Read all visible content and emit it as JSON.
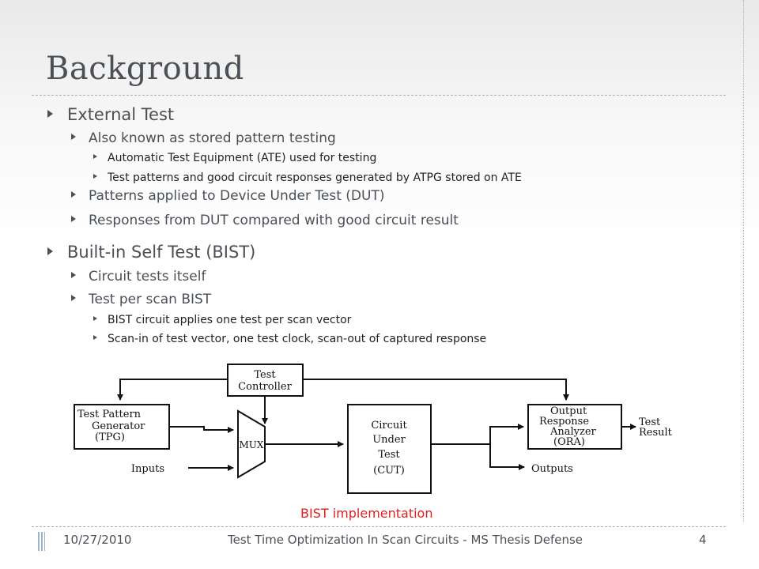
{
  "slide": {
    "title": "Background",
    "sections": [
      {
        "heading": "External Test",
        "items": [
          {
            "text": "Also known as stored pattern testing",
            "subitems": [
              "Automatic Test Equipment (ATE) used for testing",
              "Test patterns and good circuit responses generated by ATPG stored on ATE"
            ]
          },
          {
            "text": "Patterns applied to Device Under Test (DUT)"
          },
          {
            "text": "Responses from DUT compared with good circuit result"
          }
        ]
      },
      {
        "heading": "Built-in Self Test (BIST)",
        "items": [
          {
            "text": "Circuit tests itself"
          },
          {
            "text": "Test per scan BIST",
            "subitems": [
              "BIST circuit applies one test per scan vector",
              "Scan-in of test vector, one test clock, scan-out of captured response"
            ]
          }
        ]
      }
    ],
    "diagram": {
      "test_controller": [
        "Test",
        "Controller"
      ],
      "tpg": [
        "Test Pattern",
        "Generator",
        "(TPG)"
      ],
      "mux": "MUX",
      "inputs": "Inputs",
      "cut": [
        "Circuit",
        "Under",
        "Test",
        "(CUT)"
      ],
      "ora": [
        "Output",
        "Response",
        "Analyzer",
        "(ORA)"
      ],
      "outputs": "Outputs",
      "test_result": [
        "Test",
        "Result"
      ]
    },
    "caption": "BIST implementation",
    "footer": {
      "date": "10/27/2010",
      "title": "Test Time Optimization In Scan Circuits - MS Thesis Defense",
      "page": "4"
    }
  }
}
